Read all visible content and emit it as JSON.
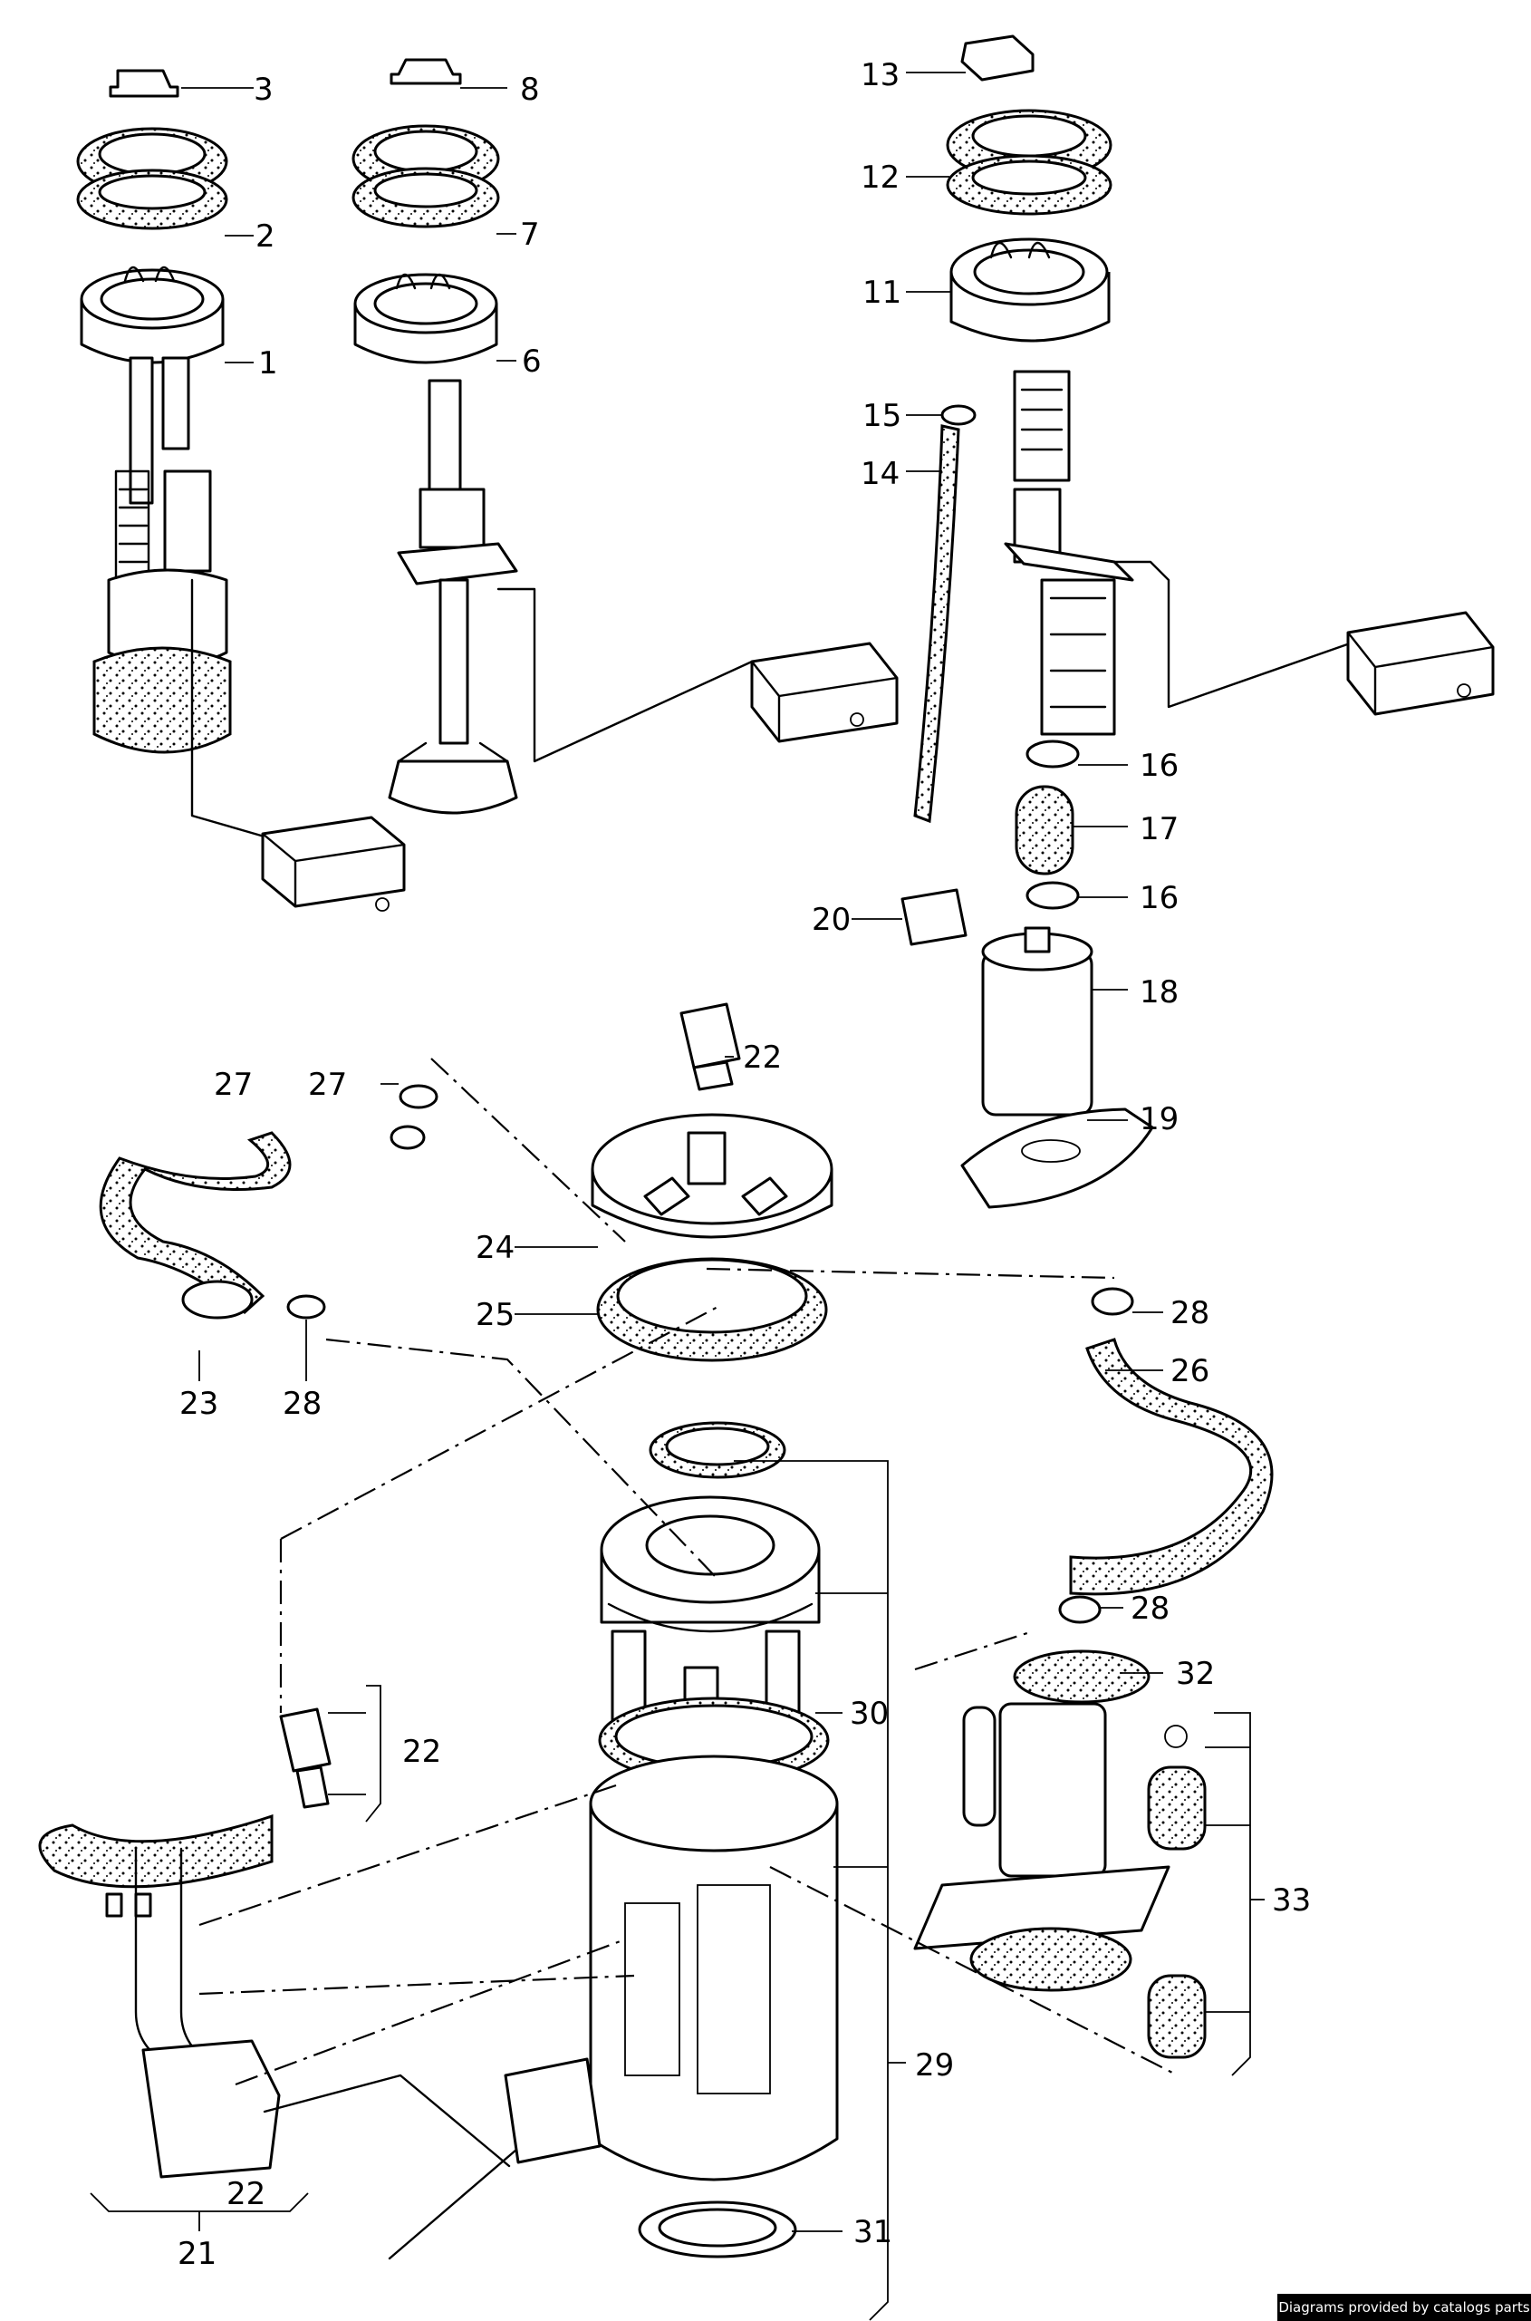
{
  "diagram": {
    "callouts": [
      "1",
      "2",
      "3",
      "6",
      "7",
      "8",
      "11",
      "12",
      "13",
      "14",
      "15",
      "16",
      "16",
      "17",
      "18",
      "19",
      "20",
      "21",
      "22",
      "22",
      "22",
      "22",
      "23",
      "24",
      "25",
      "26",
      "27",
      "28",
      "28",
      "28",
      "28",
      "29",
      "30",
      "31",
      "32",
      "33"
    ]
  },
  "footer": {
    "credit": "Diagrams provided by catalogs parts"
  }
}
